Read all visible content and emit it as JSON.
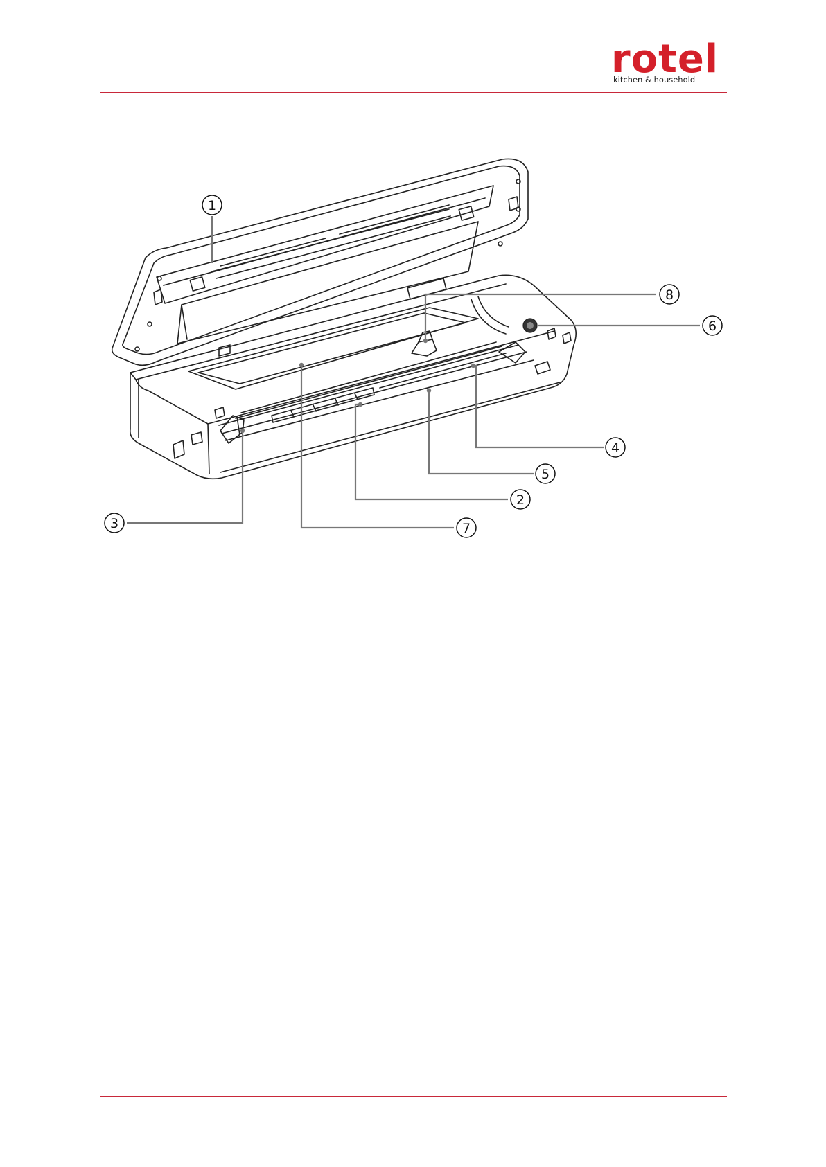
{
  "header": {
    "logo_wordmark": "rotel",
    "logo_tagline": "kitchen & household",
    "brand_color": "#d4202a",
    "rule_color": "#c8283a"
  },
  "figure": {
    "callouts": [
      {
        "id": "1",
        "label": "1"
      },
      {
        "id": "2",
        "label": "2"
      },
      {
        "id": "3",
        "label": "3"
      },
      {
        "id": "4",
        "label": "4"
      },
      {
        "id": "5",
        "label": "5"
      },
      {
        "id": "6",
        "label": "6"
      },
      {
        "id": "7",
        "label": "7"
      },
      {
        "id": "8",
        "label": "8"
      }
    ]
  }
}
